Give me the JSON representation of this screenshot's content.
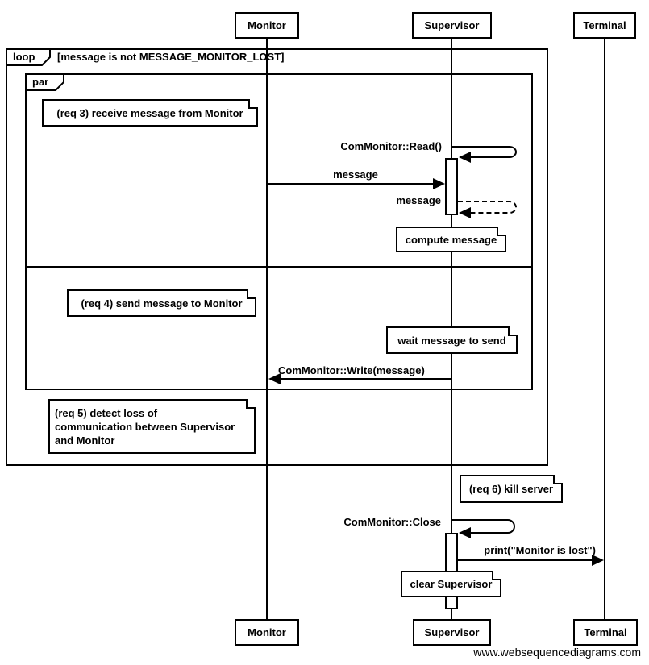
{
  "actors": {
    "monitor": "Monitor",
    "supervisor": "Supervisor",
    "terminal": "Terminal"
  },
  "frames": {
    "loop_label": "loop",
    "loop_condition": "[message is not MESSAGE_MONITOR_LOST]",
    "par_label": "par"
  },
  "messages": {
    "read": "ComMonitor::Read()",
    "message_in": "message",
    "message_return": "message",
    "write": "ComMonitor::Write(message)",
    "close": "ComMonitor::Close",
    "print": "print(\"Monitor is lost\")"
  },
  "notes": {
    "req3": "(req 3) receive message from Monitor",
    "compute": "compute message",
    "req4": "(req 4) send message to Monitor",
    "wait": "wait message to send",
    "req5": "(req 5) detect loss of\ncommunication between Supervisor\nand Monitor",
    "req6": "(req 6) kill server",
    "clear": "clear Supervisor"
  },
  "watermark": "www.websequencediagrams.com"
}
